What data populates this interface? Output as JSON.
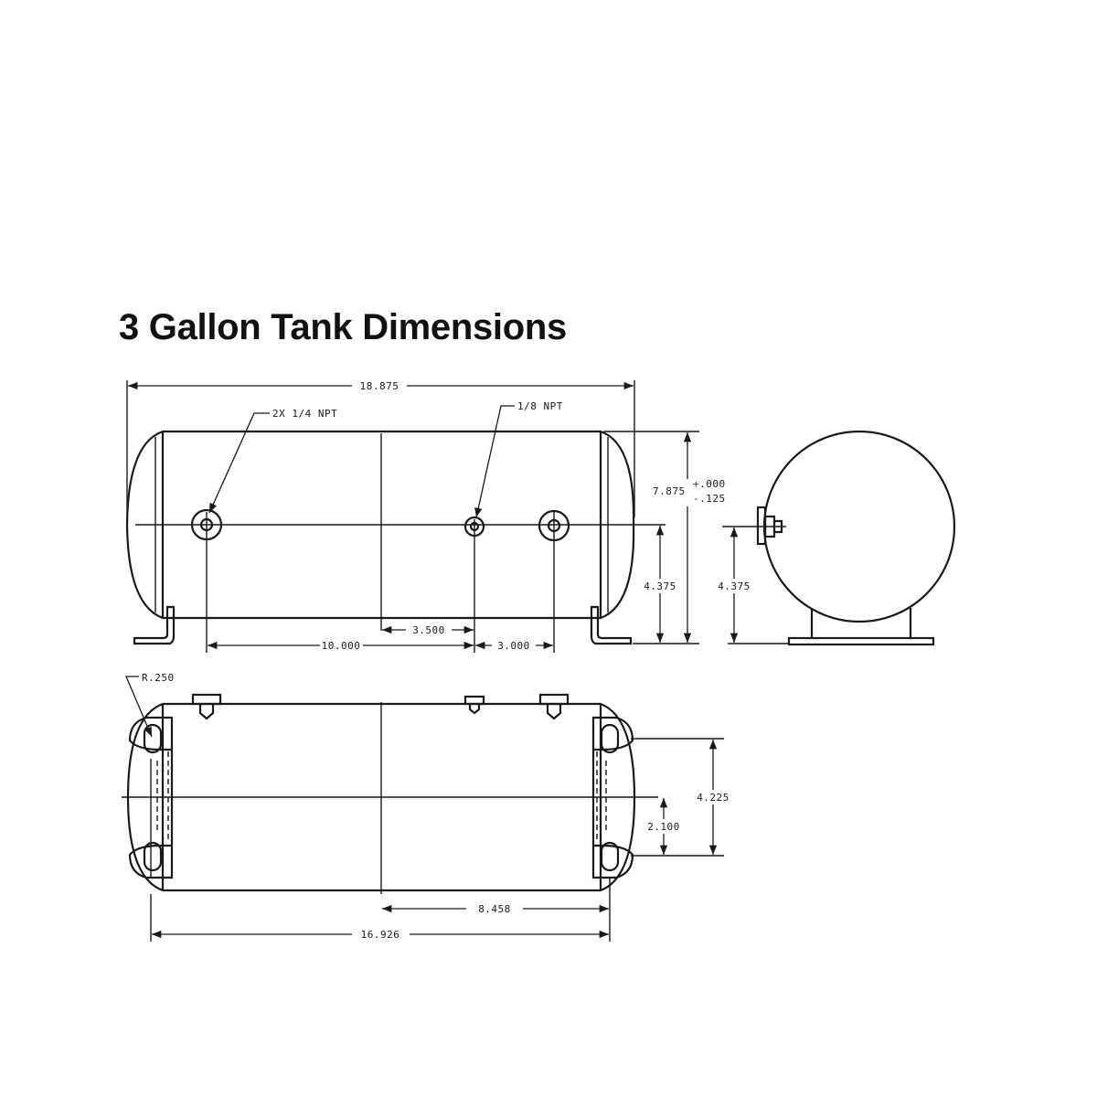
{
  "title": "3 Gallon Tank Dimensions",
  "labels": {
    "overall_length": "18.875",
    "port_quarter": "2X 1/4 NPT",
    "port_eighth": "1/8 NPT",
    "diameter": "7.875",
    "tol_plus": "+.000",
    "tol_minus": "-.125",
    "height_side": "4.375",
    "height_end": "4.375",
    "port_spacing_a": "3.500",
    "port_spacing_b": "3.000",
    "port_offset": "10.000",
    "radius": "R.250",
    "mount_width": "4.225",
    "mount_half": "2.100",
    "mount_offset": "8.458",
    "mount_length": "16.926"
  }
}
